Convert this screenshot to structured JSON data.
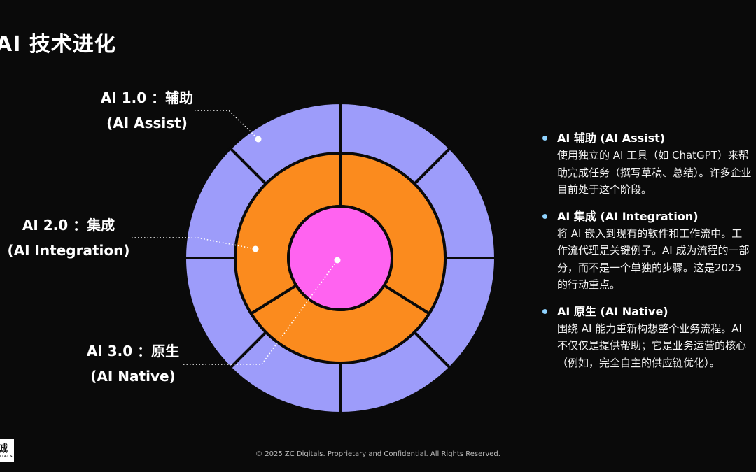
{
  "page": {
    "title": "AI 技术进化",
    "footer": "© 2025 ZC Digitals. Proprietary and Confidential. All Rights Reserved.",
    "logo": {
      "char": "诚",
      "sub": "ITALS"
    }
  },
  "colors": {
    "outer_ring": "#9d9cfa",
    "middle_ring": "#fb8b1e",
    "core": "#ff63f0",
    "divider": "#0a0a0a",
    "bullet": "#8fd3ff"
  },
  "diagram": {
    "levels": [
      {
        "id": "assist",
        "label_line1": "AI 1.0 ：辅助",
        "label_line2": "(AI Assist)"
      },
      {
        "id": "integration",
        "label_line1": "AI 2.0 ：集成",
        "label_line2": "(AI Integration)"
      },
      {
        "id": "native",
        "label_line1": "AI 3.0 ：原生",
        "label_line2": "(AI Native)"
      }
    ]
  },
  "sidebar": {
    "items": [
      {
        "heading": "AI 辅助 (AI Assist)",
        "body": "使用独立的 AI 工具（如 ChatGPT）来帮助完成任务（撰写草稿、总结）。许多企业目前处于这个阶段。"
      },
      {
        "heading": "AI 集成 (AI Integration)",
        "body": "将 AI 嵌入到现有的软件和工作流中。工作流代理是关键例子。AI 成为流程的一部分，而不是一个单独的步骤。这是2025的行动重点。"
      },
      {
        "heading": "AI 原生 (AI Native)",
        "body": "围绕 AI 能力重新构想整个业务流程。AI 不仅仅是提供帮助；它是业务运营的核心（例如，完全自主的供应链优化）。"
      }
    ]
  }
}
